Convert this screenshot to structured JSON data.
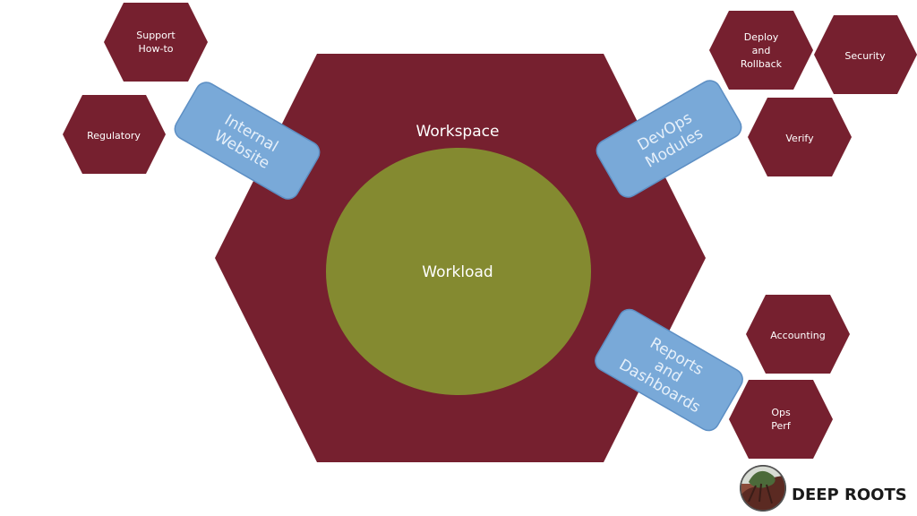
{
  "colors": {
    "hex_fill": "#76202f",
    "core_fill": "#848a30",
    "tab_fill": "#79a9d8",
    "tab_stroke": "#5d8fc4",
    "tab_text": "#e6f0fa"
  },
  "workspace": {
    "label": "Workspace"
  },
  "workload": {
    "label": "Workload"
  },
  "tabs": {
    "internal_website": [
      "Internal",
      "Website"
    ],
    "devops_modules": [
      "DevOps",
      "Modules"
    ],
    "reports_dashboards": [
      "Reports",
      "and",
      "Dashboards"
    ]
  },
  "hexes": {
    "support_howto": [
      "Support",
      "How-to"
    ],
    "regulatory": [
      "Regulatory"
    ],
    "deploy_rollback": [
      "Deploy",
      "and",
      "Rollback"
    ],
    "security": [
      "Security"
    ],
    "verify": [
      "Verify"
    ],
    "accounting": [
      "Accounting"
    ],
    "ops_perf": [
      "Ops",
      "Perf"
    ]
  },
  "logo": {
    "brand": "DEEP ROOTS",
    "icon": "deep-roots-logo-icon"
  }
}
